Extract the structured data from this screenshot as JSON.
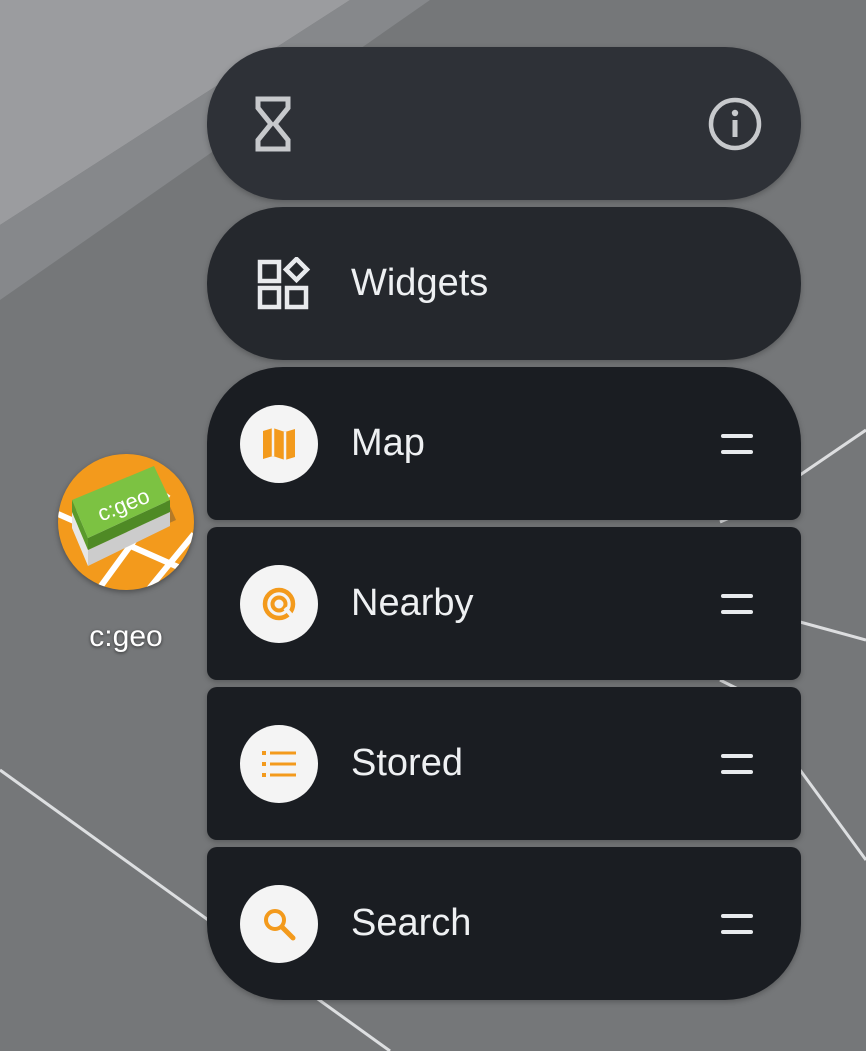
{
  "home": {
    "app_name": "c:geo",
    "app_icon_text": "c:geo"
  },
  "popup": {
    "top": {
      "left_icon": "hourglass-icon",
      "right_icon": "info-icon"
    },
    "widgets": {
      "label": "Widgets",
      "icon": "widgets-icon"
    },
    "shortcuts": [
      {
        "label": "Map",
        "icon": "map-icon"
      },
      {
        "label": "Nearby",
        "icon": "nearby-icon"
      },
      {
        "label": "Stored",
        "icon": "list-icon"
      },
      {
        "label": "Search",
        "icon": "search-icon"
      }
    ]
  },
  "colors": {
    "accent": "#f39a1c",
    "wallpaper": "#757779",
    "card_top": "#2e3137",
    "card_widgets": "#25282d",
    "card_shortcut": "#1a1d22"
  }
}
